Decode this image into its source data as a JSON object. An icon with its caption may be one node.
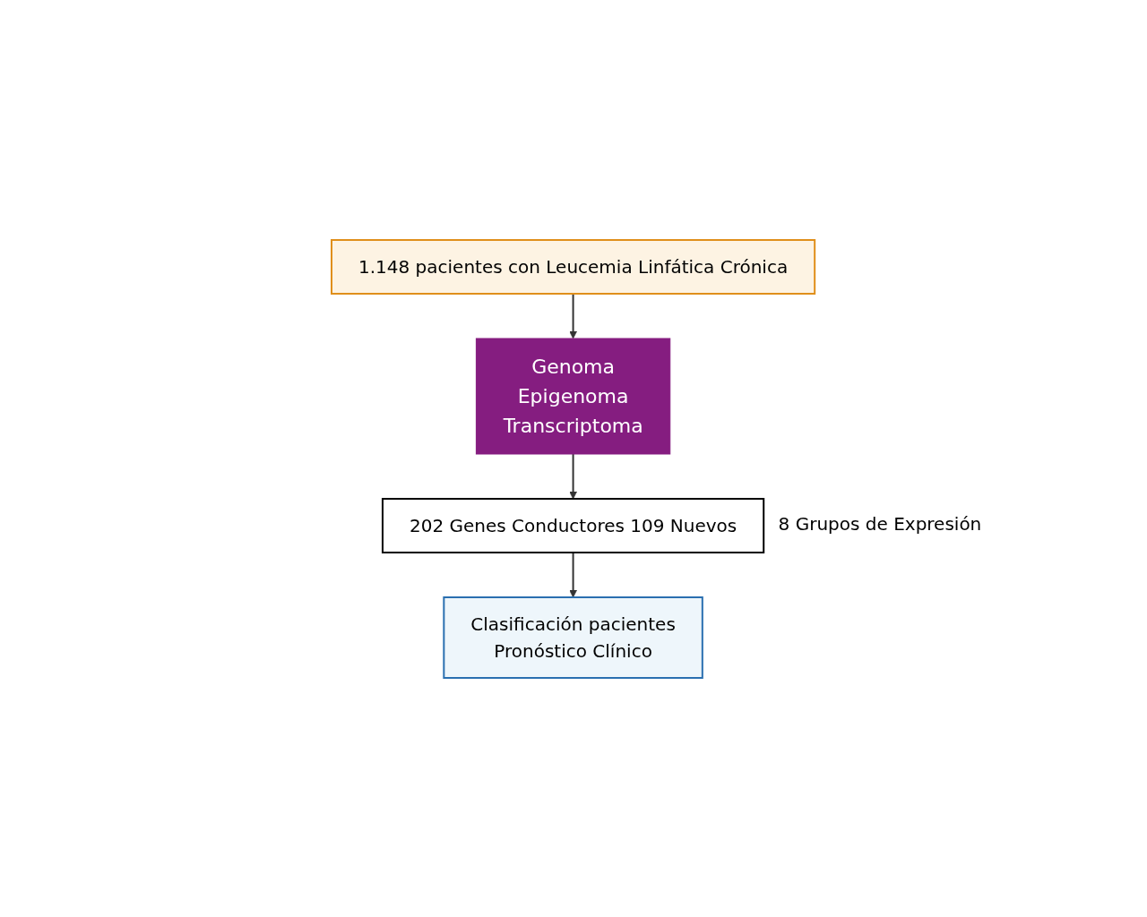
{
  "diagram": {
    "nodes": [
      {
        "text": [
          "1.148 pacientes con Leucemia Linfática Crónica"
        ]
      },
      {
        "text": [
          "Genoma",
          "Epigenoma",
          "Transcriptoma"
        ]
      },
      {
        "text": [
          "202 Genes Conductores 109 Nuevos"
        ],
        "beside": [
          "8 Grupos de Expresión"
        ]
      },
      {
        "text": [
          "Clasificación pacientes",
          "Pronóstico Clínico"
        ]
      }
    ],
    "edges": [
      {
        "from": 0,
        "to": 1,
        "arrow": "to"
      },
      {
        "from": 1,
        "to": 2,
        "arrow": "to"
      },
      {
        "from": 2,
        "to": 3,
        "arrow": "to"
      }
    ]
  }
}
